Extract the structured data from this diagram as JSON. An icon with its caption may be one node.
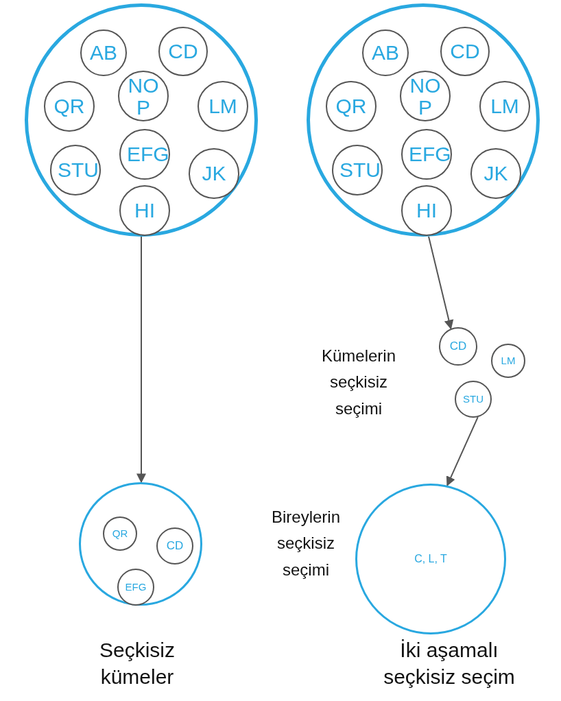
{
  "diagram": {
    "nodes": [
      {
        "text": [],
        "shape": "circle"
      },
      {
        "text": [
          "AB"
        ],
        "in": 0
      },
      {
        "text": [
          "CD"
        ],
        "in": 0
      },
      {
        "text": [
          "NO P"
        ],
        "in": 0
      },
      {
        "text": [
          "QR"
        ],
        "in": 0
      },
      {
        "text": [
          "LM"
        ],
        "in": 0
      },
      {
        "text": [
          "EFG"
        ],
        "in": 0
      },
      {
        "text": [
          "STU"
        ],
        "in": 0
      },
      {
        "text": [
          "JK"
        ],
        "in": 0
      },
      {
        "text": [
          "HI"
        ],
        "in": 0
      },
      {
        "text": [],
        "shape": "circle"
      },
      {
        "text": [
          "AB"
        ],
        "in": 10
      },
      {
        "text": [
          "CD"
        ],
        "in": 10
      },
      {
        "text": [
          "NO P"
        ],
        "in": 10
      },
      {
        "text": [
          "QR"
        ],
        "in": 10
      },
      {
        "text": [
          "LM"
        ],
        "in": 10
      },
      {
        "text": [
          "EFG"
        ],
        "in": 10
      },
      {
        "text": [
          "STU"
        ],
        "in": 10
      },
      {
        "text": [
          "JK"
        ],
        "in": 10
      },
      {
        "text": [
          "HI"
        ],
        "in": 10
      },
      {
        "text": [
          "CD"
        ]
      },
      {
        "text": [
          "LM"
        ]
      },
      {
        "text": [
          "STU"
        ]
      },
      {
        "text": [],
        "shape": "circle",
        "beside": [
          "Seçkisiz kümeler"
        ]
      },
      {
        "text": [
          "QR"
        ],
        "in": 23
      },
      {
        "text": [
          "CD"
        ],
        "in": 23
      },
      {
        "text": [
          "EFG"
        ],
        "in": 23
      },
      {
        "text": [
          "C, L, T"
        ],
        "beside": [
          "İki aşamalı seçkisiz seçim"
        ]
      }
    ],
    "edges": [
      {
        "from": 0,
        "to": 23,
        "arrow": "to"
      },
      {
        "from": 10,
        "to": 20,
        "arrow": "to"
      },
      {
        "from": 22,
        "to": 27,
        "arrow": "to"
      }
    ],
    "labels": [
      "Kümelerin seçkisiz seçimi",
      "Bireylerin seçkisiz seçimi"
    ]
  }
}
